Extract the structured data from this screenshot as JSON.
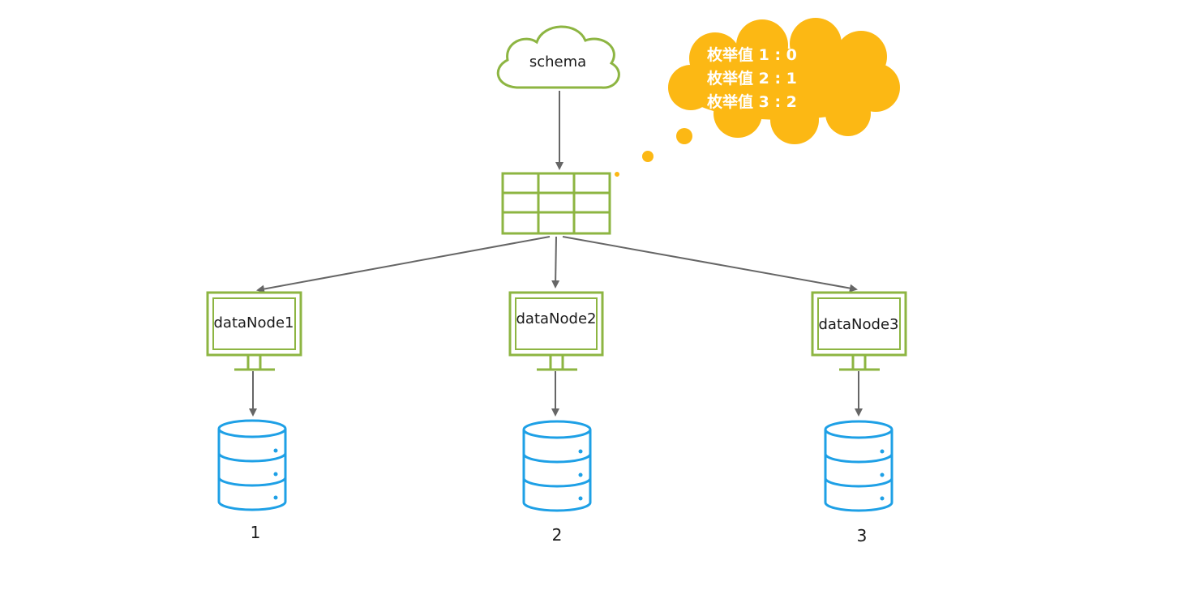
{
  "schema": {
    "label": "schema"
  },
  "enum_bubble": {
    "lines": [
      "枚举值 1 : 0",
      "枚举值 2 : 1",
      "枚举值 3 : 2"
    ]
  },
  "data_nodes": [
    {
      "label": "dataNode1",
      "db_label": "1"
    },
    {
      "label": "dataNode2",
      "db_label": "2"
    },
    {
      "label": "dataNode3",
      "db_label": "3"
    }
  ],
  "colors": {
    "green": "#8db542",
    "blue": "#1ea0e6",
    "arrow": "#666666",
    "bubble": "#fcb814"
  },
  "icons": {
    "schema": "cloud-icon",
    "table": "table-grid-icon",
    "node": "monitor-icon",
    "db": "database-icon"
  }
}
